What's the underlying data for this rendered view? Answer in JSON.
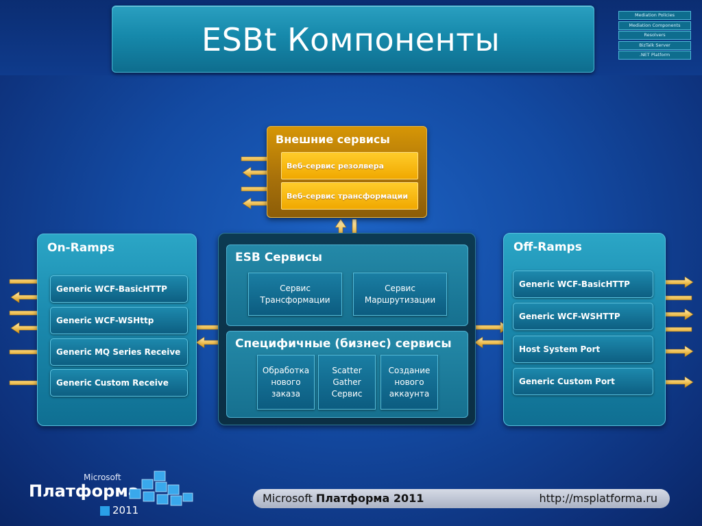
{
  "title": "ESBt Компоненты",
  "stack_layers": [
    "Mediation Policies",
    "Mediation Components",
    "Resolvers",
    "BizTalk Server",
    ".NET Platform"
  ],
  "external_services": {
    "title": "Внешние сервисы",
    "items": [
      "Веб-сервис резолвера",
      "Веб-сервис трансформации"
    ]
  },
  "on_ramps": {
    "title": "On-Ramps",
    "items": [
      "Generic WCF-BasicHTTP",
      "Generic WCF-WSHttp",
      "Generic MQ Series Receive",
      "Generic  Custom Receive"
    ]
  },
  "esb_services": {
    "title": "ESB Сервисы",
    "items": [
      {
        "line1": "Сервис",
        "line2": "Трансформации"
      },
      {
        "line1": "Сервис",
        "line2": "Маршрутизации"
      }
    ]
  },
  "business_services": {
    "title": "Специфичные (бизнес) сервисы",
    "items": [
      {
        "line1": "Обработка",
        "line2": "нового",
        "line3": "заказа"
      },
      {
        "line1": "Scatter",
        "line2": "Gather",
        "line3": "Сервис"
      },
      {
        "line1": "Создание",
        "line2": "нового",
        "line3": "аккаунта"
      }
    ]
  },
  "off_ramps": {
    "title": "Off-Ramps",
    "items": [
      "Generic WCF-BasicHTTP",
      "Generic WCF-WSHTTP",
      "Host System  Port",
      "Generic Custom Port"
    ]
  },
  "footer": {
    "brand_prefix": "Microsoft",
    "brand_bold": "Платформа 2011",
    "url": "http://msplatforma.ru"
  },
  "logo": {
    "microsoft": "Microsoft",
    "name": "Платформа",
    "year": "2011"
  },
  "colors": {
    "arrow": "#f2c45a",
    "panel": "#1c8cb0",
    "external": "#a9720a",
    "background": "#134aa2"
  }
}
